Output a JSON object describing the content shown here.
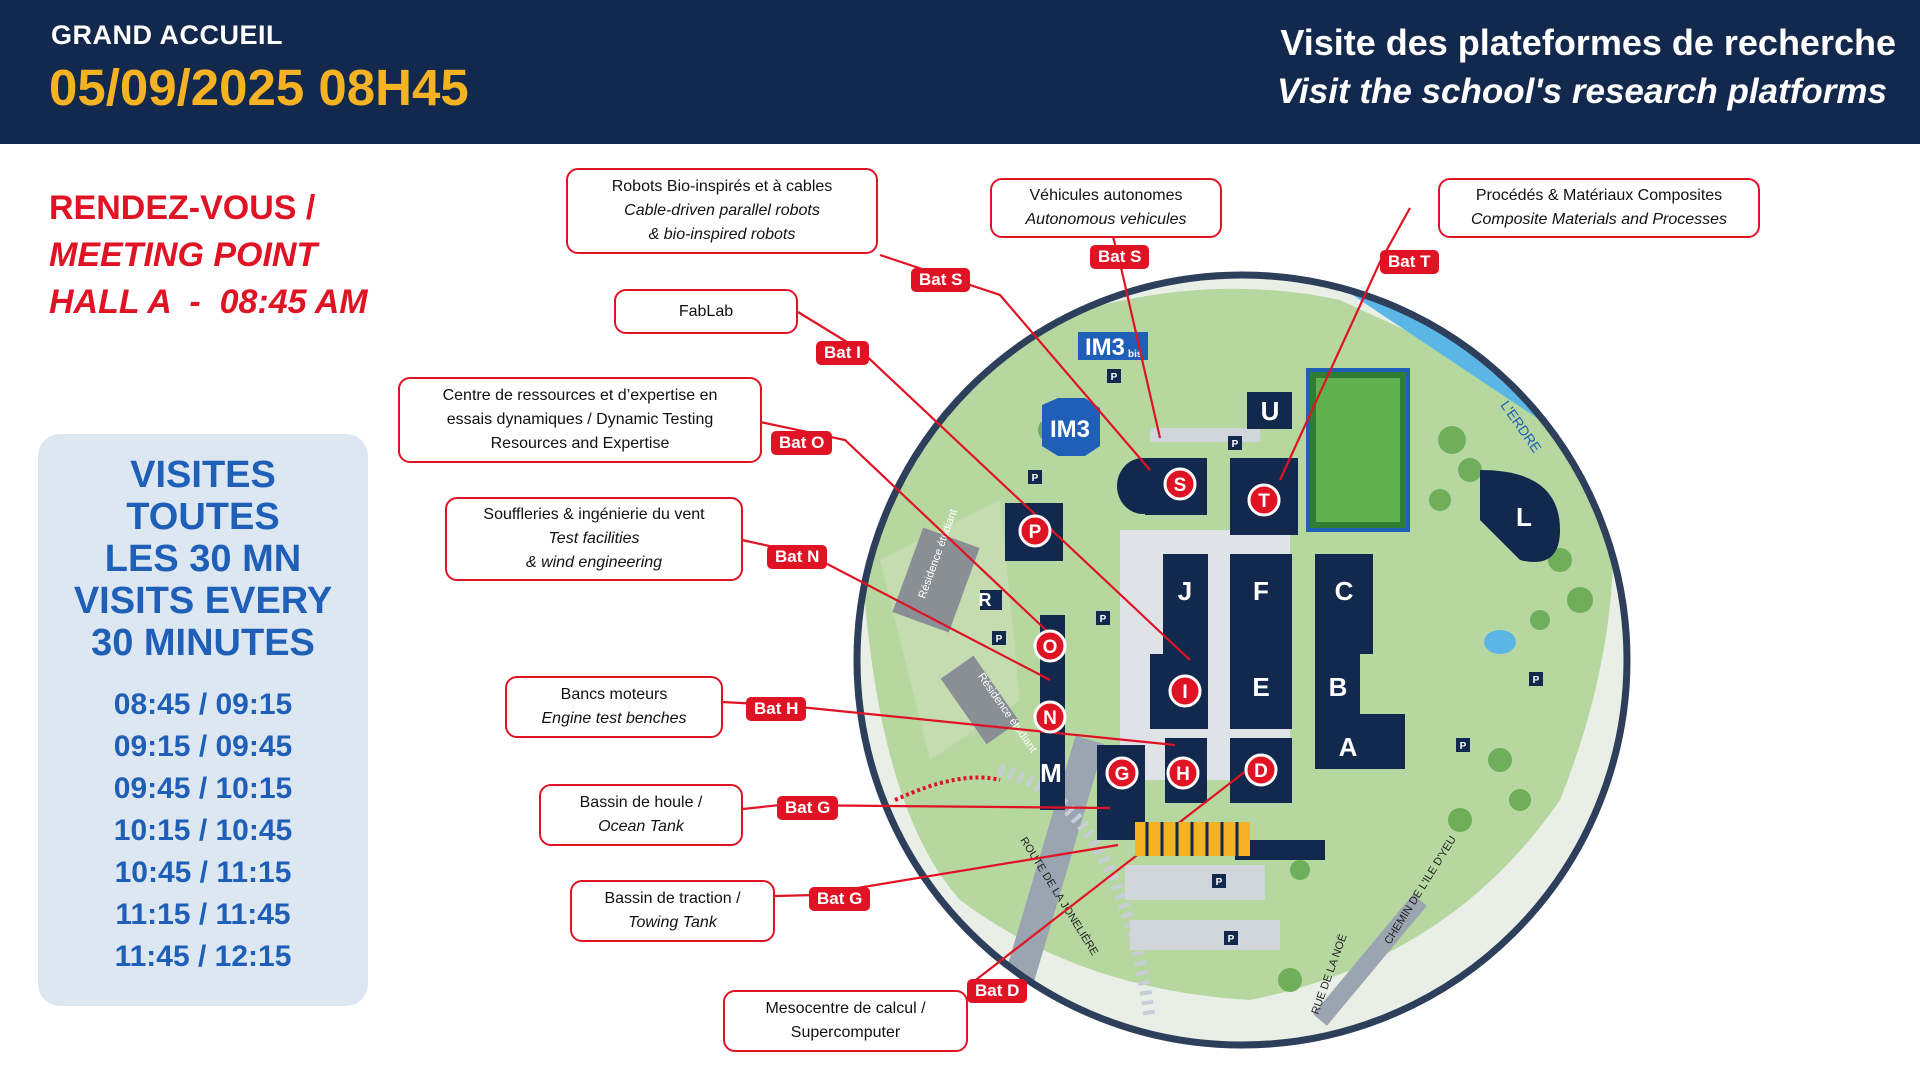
{
  "header": {
    "kicker": "GRAND ACCUEIL",
    "datetime": "05/09/2025 08H45",
    "title_fr": "Visite des plateformes de recherche",
    "title_en": "Visit the school's research platforms"
  },
  "meeting": {
    "line1": "RENDEZ-VOUS /",
    "line2": "MEETING POINT",
    "line3": "HALL A  -  08:45 AM"
  },
  "visits": {
    "title": [
      "VISITES",
      "TOUTES",
      "LES 30 MN",
      "VISITS EVERY",
      "30 MINUTES"
    ],
    "slots": [
      "08:45 / 09:15",
      "09:15 / 09:45",
      "09:45 / 10:15",
      "10:15 / 10:45",
      "10:45 / 11:15",
      "11:15 / 11:45",
      "11:45 / 12:15"
    ]
  },
  "labels": {
    "robots": {
      "fr": "Robots Bio-inspirés et à cables",
      "en1": "Cable-driven parallel robots",
      "en2": "& bio-inspired robots",
      "bat": "Bat S"
    },
    "vehicles": {
      "fr": "Véhicules autonomes",
      "en": "Autonomous vehicules",
      "bat": "Bat S"
    },
    "composites": {
      "fr": "Procédés & Matériaux Composites",
      "en": "Composite Materials and Processes",
      "bat": "Bat T"
    },
    "fablab": {
      "fr": "FabLab",
      "bat": "Bat I"
    },
    "resources": {
      "l1": "Centre de ressources et d’expertise en",
      "l2": "essais dynamiques / Dynamic Testing",
      "l3": "Resources and Expertise",
      "bat": "Bat O"
    },
    "wind": {
      "fr": "Souffleries & ingénierie du vent",
      "en1": "Test facilities",
      "en2": "& wind engineering",
      "bat": "Bat N"
    },
    "engines": {
      "fr": "Bancs moteurs",
      "en": "Engine test benches",
      "bat": "Bat H"
    },
    "ocean": {
      "fr": "Bassin de houle /",
      "en": "Ocean Tank",
      "bat": "Bat G"
    },
    "towing": {
      "fr": "Bassin de traction /",
      "en": "Towing Tank",
      "bat": "Bat G"
    },
    "supercomputer": {
      "fr": "Mesocentre de calcul /",
      "en": "Supercomputer",
      "bat": "Bat D"
    }
  },
  "map": {
    "buildings": {
      "J": "J",
      "F": "F",
      "C": "C",
      "E": "E",
      "B": "B",
      "A": "A",
      "L": "L",
      "U": "U",
      "M": "M",
      "R": "R"
    },
    "markers": {
      "S": "S",
      "T": "T",
      "P": "P",
      "O": "O",
      "N": "N",
      "I": "I",
      "H": "H",
      "G": "G",
      "D": "D"
    },
    "im3": "IM3",
    "im3bis": "IM3",
    "im3bis_sub": "bis",
    "river": "L'ERDRE",
    "residence1": "Résidence étudiant",
    "residence2": "Résidence étudiant",
    "road1": "ROUTE DE LA JONELIÈRE",
    "road2": "RUE DE LA NOË",
    "road3": "CHEMIN DE L'ILE D'YEU",
    "parking": "P"
  },
  "colors": {
    "navy": "#13284d",
    "yellow": "#f5b324",
    "red": "#e01324",
    "blue": "#1f5fb8",
    "panel": "#dde7f2",
    "grass": "#a9d18e",
    "building": "#13284d",
    "river": "#5bb6e6"
  }
}
